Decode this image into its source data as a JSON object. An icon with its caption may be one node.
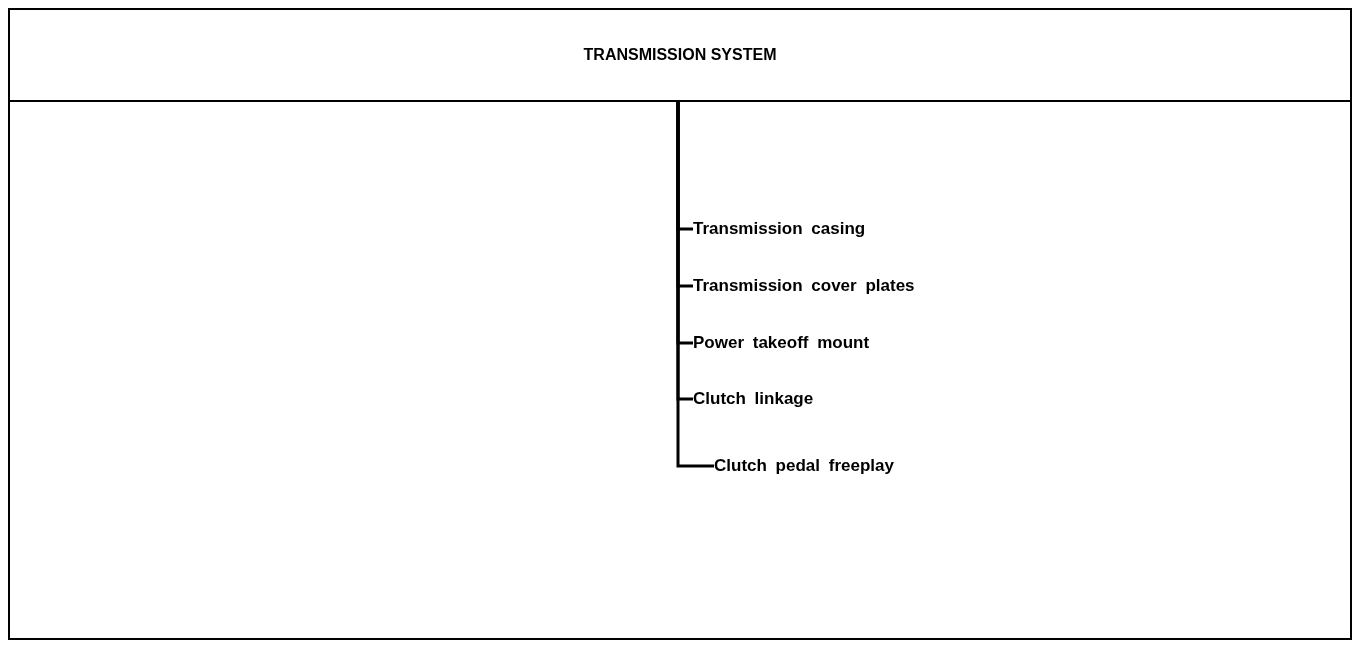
{
  "diagram": {
    "nodes": [
      {
        "text": [
          "TRANSMISSION SYSTEM"
        ]
      },
      {
        "text": [
          "Transmission casing"
        ]
      },
      {
        "text": [
          "Transmission cover plates"
        ]
      },
      {
        "text": [
          "Power takeoff mount"
        ]
      },
      {
        "text": [
          "Clutch linkage"
        ]
      },
      {
        "text": [
          "Clutch pedal freeplay"
        ]
      }
    ],
    "edges": [
      {
        "from": 0,
        "to": 1,
        "arrow": "none"
      },
      {
        "from": 0,
        "to": 2,
        "arrow": "none"
      },
      {
        "from": 0,
        "to": 3,
        "arrow": "none"
      },
      {
        "from": 0,
        "to": 4,
        "arrow": "none"
      },
      {
        "from": 0,
        "to": 5,
        "arrow": "none"
      }
    ]
  }
}
